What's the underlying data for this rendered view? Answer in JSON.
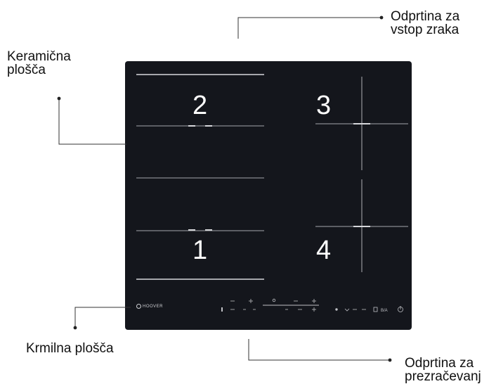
{
  "callouts": {
    "air_intake": {
      "line1": "Odprtina za",
      "line2": "vstop zraka"
    },
    "ceramic_plate": {
      "line1": "Keramična",
      "line2": "plošča"
    },
    "control_panel": {
      "line1": "Krmilna plošča"
    },
    "ventilation": {
      "line1": "Odprtina za",
      "line2": "prezračevanj"
    }
  },
  "hob": {
    "zones": [
      "1",
      "2",
      "3",
      "4"
    ],
    "brand": "HOOVER",
    "colors": {
      "surface": "#14161c",
      "lines": "#d6d7db"
    }
  }
}
